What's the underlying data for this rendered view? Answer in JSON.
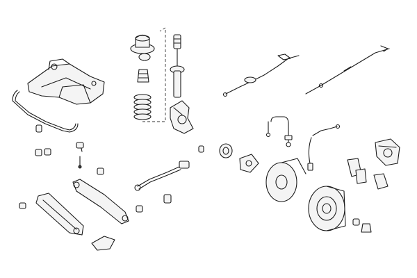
{
  "diagram": {
    "colors": {
      "stroke": "#1a1a1a",
      "fill": "#f4f4f4",
      "dark": "#3a3a3a",
      "background": "#ffffff"
    },
    "parts": [
      "subframe",
      "stabilizer-bar",
      "stabilizer-link",
      "bushing",
      "strut-top-mount",
      "bump-stop",
      "coil-spring",
      "shock-absorber",
      "steering-knuckle",
      "handbrake-cable",
      "brake-hose",
      "abs-sensor",
      "brake-caliper",
      "brake-disc",
      "wheel-hub",
      "wheel-bearing",
      "control-arm",
      "tie-rod",
      "trailing-arm",
      "brake-pad"
    ]
  }
}
